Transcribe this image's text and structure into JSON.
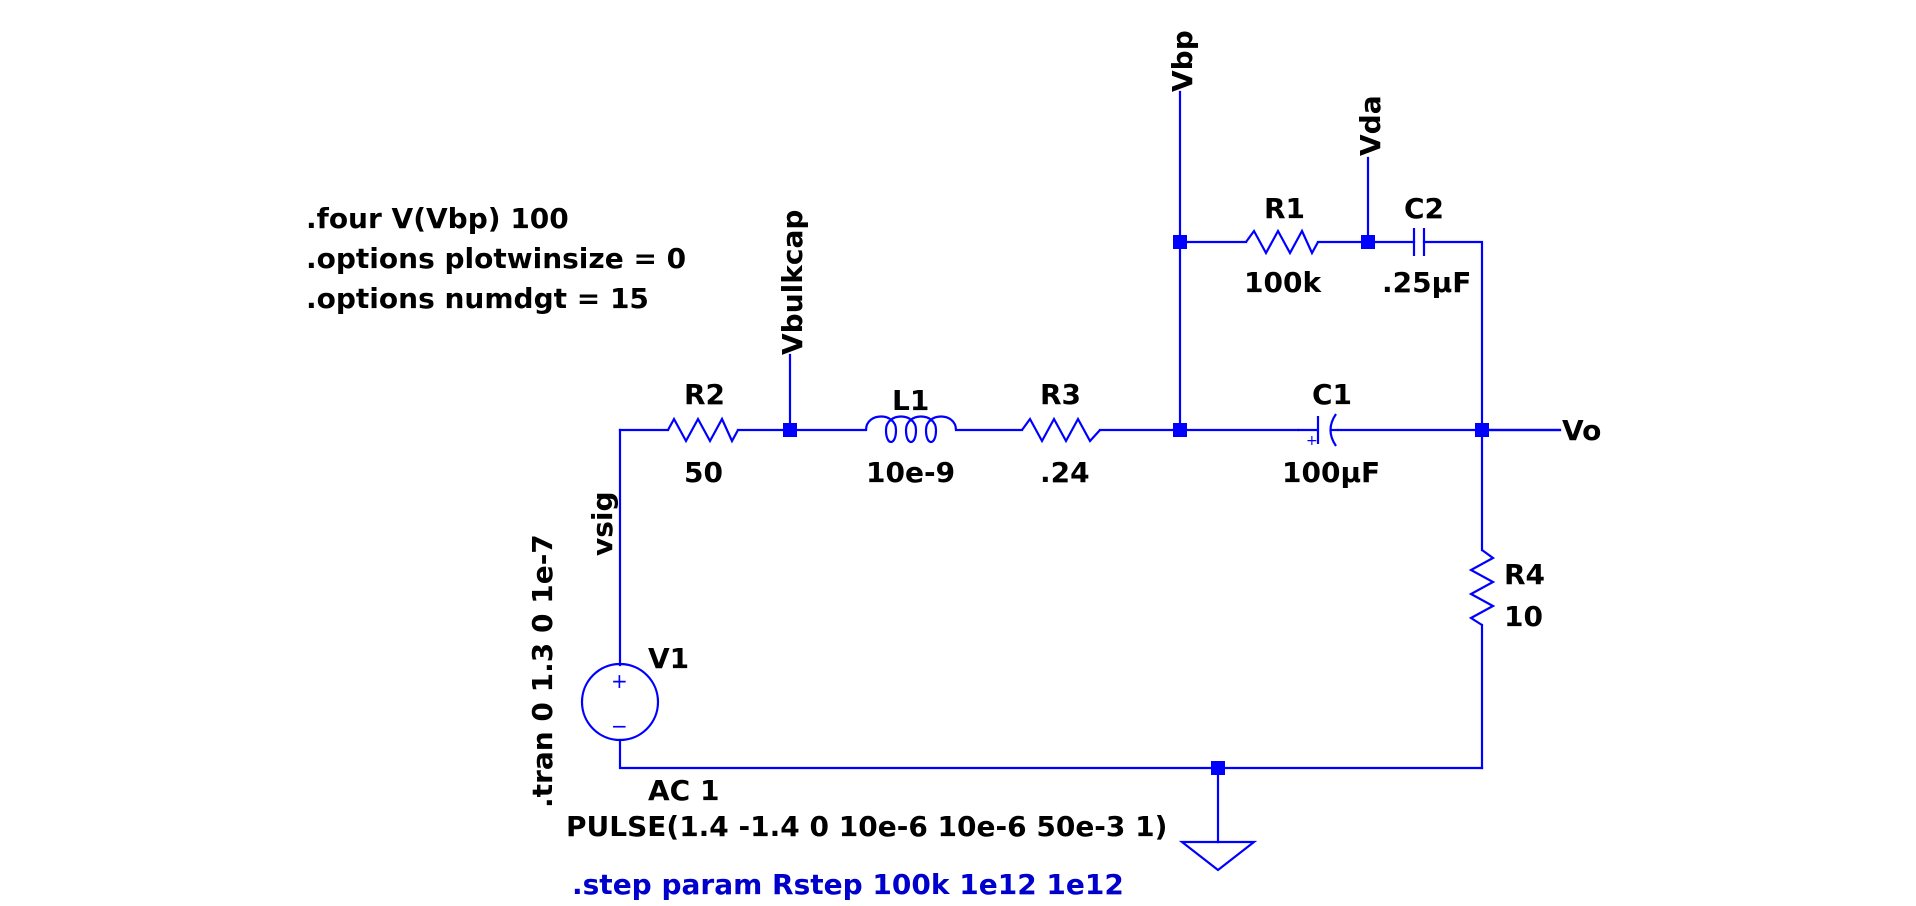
{
  "directives": {
    "four": ".four V(Vbp) 100",
    "plotwinsize": ".options plotwinsize = 0",
    "numdgt": ".options numdgt = 15",
    "tran": ".tran 0 1.3 0 1e-7",
    "step": ".step param Rstep 100k 1e12 1e12"
  },
  "nets": {
    "vbp": "Vbp",
    "vda": "Vda",
    "vbulkcap": "Vbulkcap",
    "vo": "Vo",
    "vsig": "vsig"
  },
  "components": {
    "r1": {
      "name": "R1",
      "value": "100k"
    },
    "c2": {
      "name": "C2",
      "value": ".25µF"
    },
    "r2": {
      "name": "R2",
      "value": "50"
    },
    "l1": {
      "name": "L1",
      "value": "10e-9"
    },
    "r3": {
      "name": "R3",
      "value": ".24"
    },
    "c1": {
      "name": "C1",
      "value": "100µF"
    },
    "r4": {
      "name": "R4",
      "value": "10"
    },
    "v1": {
      "name": "V1",
      "ac": "AC 1",
      "value": "PULSE(1.4 -1.4 0 10e-6 10e-6 50e-3 1)"
    }
  },
  "polarity": {
    "plus": "+",
    "minus": "−"
  },
  "colors": {
    "wire": "#0000ff",
    "text": "#000000",
    "step_directive": "#0000cc"
  }
}
